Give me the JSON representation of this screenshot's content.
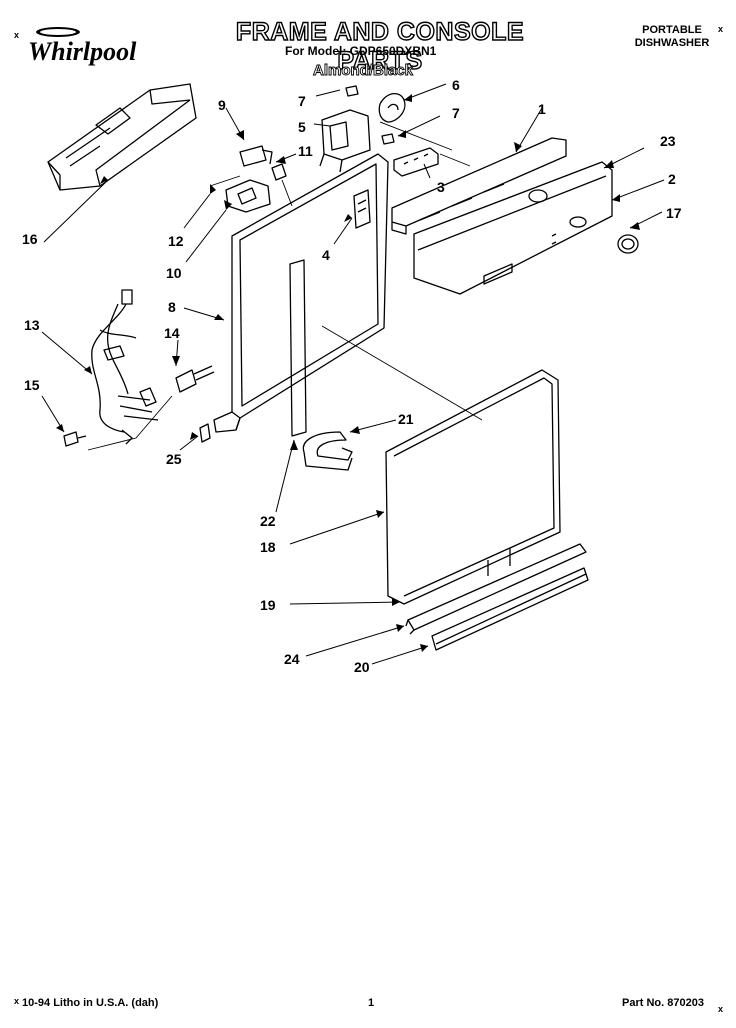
{
  "header": {
    "title": "FRAME AND CONSOLE PARTS",
    "model_line": "For Model: GDP650DXBN1",
    "color_variant": "Almond/Black",
    "product_type_line1": "PORTABLE",
    "product_type_line2": "DISHWASHER"
  },
  "brand": {
    "logo_text": "Whirlpool",
    "logo_icon": "whirlpool-wordmark"
  },
  "corner_marks": {
    "mark": "x"
  },
  "parts": {
    "p1": "1",
    "p2": "2",
    "p3": "3",
    "p4": "4",
    "p5": "5",
    "p6": "6",
    "p7a": "7",
    "p7b": "7",
    "p8": "8",
    "p9": "9",
    "p10": "10",
    "p11": "11",
    "p12": "12",
    "p13": "13",
    "p14": "14",
    "p15": "15",
    "p16": "16",
    "p17": "17",
    "p18": "18",
    "p19": "19",
    "p20": "20",
    "p21": "21",
    "p22": "22",
    "p23": "23",
    "p24": "24",
    "p25": "25"
  },
  "footer": {
    "print_info": "10-94 Litho in U.S.A. (dah)",
    "page_number": "1",
    "part_number": "Part No. 870203"
  }
}
